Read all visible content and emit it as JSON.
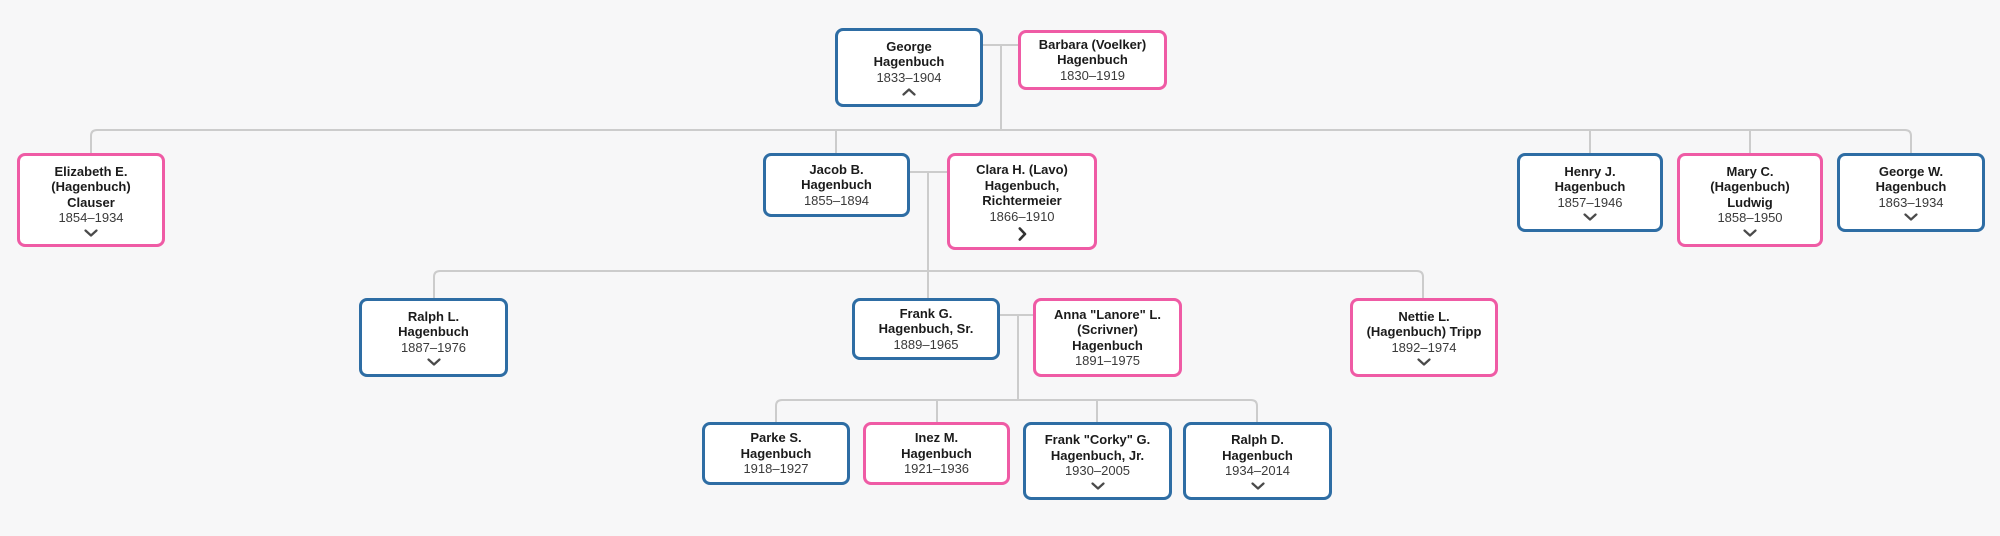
{
  "app": {
    "description": "Hagenbuch family tree diagram",
    "colors": {
      "male_border": "#2e6da4",
      "female_border": "#ef5ba5",
      "connector_line": "#cccccc",
      "background": "#f7f7f8",
      "card_background": "#ffffff",
      "chevron": "#4a4a4a"
    }
  },
  "people": [
    {
      "name": "George\nHagenbuch",
      "dates": "1833–1904",
      "gender": "male",
      "expander": "up"
    },
    {
      "name": "Barbara (Voelker)\nHagenbuch",
      "dates": "1830–1919",
      "gender": "female",
      "expander": "none"
    },
    {
      "name": "Elizabeth E.\n(Hagenbuch)\nClauser",
      "dates": "1854–1934",
      "gender": "female",
      "expander": "down"
    },
    {
      "name": "Jacob B.\nHagenbuch",
      "dates": "1855–1894",
      "gender": "male",
      "expander": "none"
    },
    {
      "name": "Clara H. (Lavo)\nHagenbuch,\nRichtermeier",
      "dates": "1866–1910",
      "gender": "female",
      "expander": "right"
    },
    {
      "name": "Henry J.\nHagenbuch",
      "dates": "1857–1946",
      "gender": "male",
      "expander": "down"
    },
    {
      "name": "Mary C.\n(Hagenbuch)\nLudwig",
      "dates": "1858–1950",
      "gender": "female",
      "expander": "down"
    },
    {
      "name": "George W.\nHagenbuch",
      "dates": "1863–1934",
      "gender": "male",
      "expander": "down"
    },
    {
      "name": "Ralph L.\nHagenbuch",
      "dates": "1887–1976",
      "gender": "male",
      "expander": "down"
    },
    {
      "name": "Frank G.\nHagenbuch, Sr.",
      "dates": "1889–1965",
      "gender": "male",
      "expander": "none"
    },
    {
      "name": "Anna \"Lanore\" L.\n(Scrivner)\nHagenbuch",
      "dates": "1891–1975",
      "gender": "female",
      "expander": "none"
    },
    {
      "name": "Nettie L.\n(Hagenbuch) Tripp",
      "dates": "1892–1974",
      "gender": "female",
      "expander": "down"
    },
    {
      "name": "Parke S.\nHagenbuch",
      "dates": "1918–1927",
      "gender": "male",
      "expander": "none"
    },
    {
      "name": "Inez M.\nHagenbuch",
      "dates": "1921–1936",
      "gender": "female",
      "expander": "none"
    },
    {
      "name": "Frank \"Corky\" G.\nHagenbuch, Jr.",
      "dates": "1930–2005",
      "gender": "male",
      "expander": "down"
    },
    {
      "name": "Ralph D.\nHagenbuch",
      "dates": "1934–2014",
      "gender": "male",
      "expander": "down"
    }
  ],
  "families": [
    {
      "parents": [
        "George Hagenbuch",
        "Barbara (Voelker) Hagenbuch"
      ],
      "children": [
        "Elizabeth E. (Hagenbuch) Clauser",
        "Jacob B. Hagenbuch",
        "Henry J. Hagenbuch",
        "Mary C. (Hagenbuch) Ludwig",
        "George W. Hagenbuch"
      ]
    },
    {
      "parents": [
        "Jacob B. Hagenbuch",
        "Clara H. (Lavo) Hagenbuch, Richtermeier"
      ],
      "children": [
        "Ralph L. Hagenbuch",
        "Frank G. Hagenbuch, Sr.",
        "Nettie L. (Hagenbuch) Tripp"
      ]
    },
    {
      "parents": [
        "Frank G. Hagenbuch, Sr.",
        "Anna \"Lanore\" L. (Scrivner) Hagenbuch"
      ],
      "children": [
        "Parke S. Hagenbuch",
        "Inez M. Hagenbuch",
        "Frank \"Corky\" G. Hagenbuch, Jr.",
        "Ralph D. Hagenbuch"
      ]
    }
  ]
}
